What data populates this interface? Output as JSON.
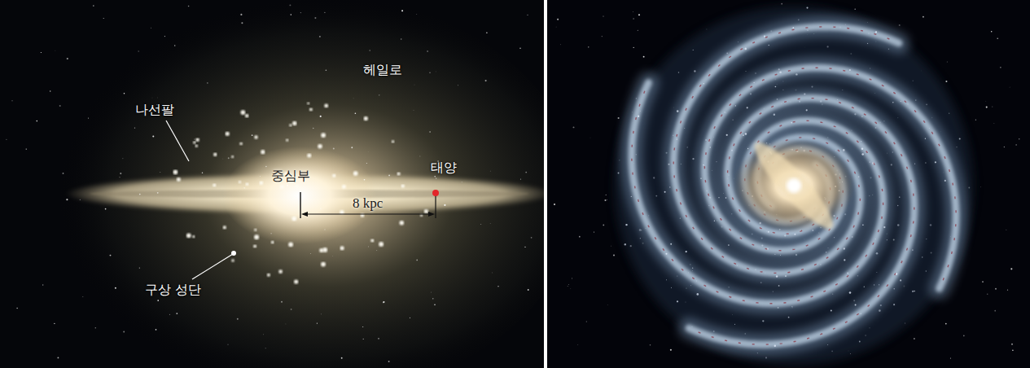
{
  "diagram": {
    "labels": [
      "헤일로",
      "나선팔",
      "중심부",
      "태양",
      "8 kpc",
      "구상 성단"
    ]
  }
}
